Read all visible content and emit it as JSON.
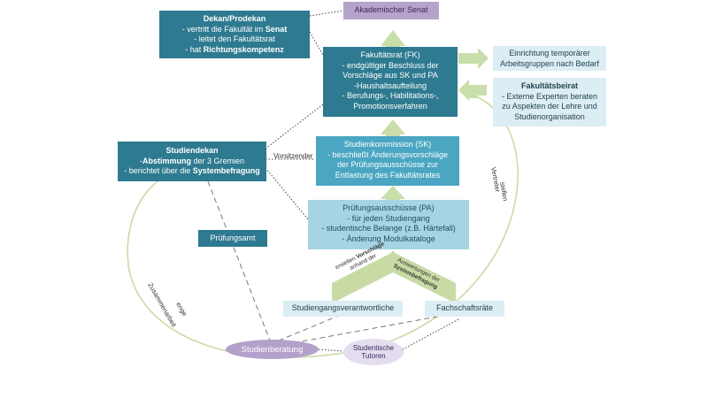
{
  "senat": "Akademischer Senat",
  "dekan": {
    "title": "Dekan/Prodekan",
    "l1a": "- vertritt die Fakultät  im ",
    "l1b": "Senat",
    "l2": "- leitet den Fakultätsrat",
    "l3a": "- hat ",
    "l3b": "Richtungskompetenz"
  },
  "fk": {
    "title": "Fakultätsrat (FK)",
    "lines": [
      "- endgültiger Beschluss der",
      "Vorschläge aus SK und PA",
      "-Haushaltsaufteilung",
      "- Berufungs-, Habilitations-,",
      "Promotionsverfahren"
    ]
  },
  "ag": {
    "lines": [
      "Einrichtung temporärer",
      "Arbeitsgruppen nach Bedarf"
    ]
  },
  "beirat": {
    "title": "Fakultätsbeirat",
    "lines": [
      "- Externe Experten beraten",
      "zu Aspekten der Lehre und",
      "Studienorganisation"
    ]
  },
  "sd": {
    "title": "Studiendekan",
    "l1a": "-",
    "l1b": "Abstimmung",
    "l1c": " der 3 Gremien",
    "l2a": "- berichtet über die ",
    "l2b": "Systembefragung"
  },
  "sk": {
    "title": "Studienkommission (SK)",
    "lines": [
      "- beschließt Änderungsvorschläge",
      "der Prüfungsausschüsse zur",
      "Entlastung des Fakultätsrates"
    ]
  },
  "pa": {
    "title": "Prüfungsausschüsse (PA)",
    "lines": [
      "- für jeden Studiengang",
      "- studentische Belange (z.B. Härtefall)",
      "- Änderung Modulkataloge"
    ]
  },
  "pamt": "Prüfungsamt",
  "sgv": "Studiengangsverantwortliche",
  "fsr": "Fachschaftsräte",
  "beratung": "Studienberatung",
  "tutoren": [
    "Studentische",
    "Tutoren"
  ],
  "labels": {
    "vorsitz": "Vorsitzender",
    "erstellen": [
      "erstellen ",
      "Vorschläge",
      "anhand der"
    ],
    "auswertungen": [
      "Auswertungen der",
      "Systembefragung"
    ],
    "stellen": "stellen",
    "vertreter": "Vertreter",
    "enge": "enge",
    "zusammenarbeit": "Zusammenarbeit"
  }
}
